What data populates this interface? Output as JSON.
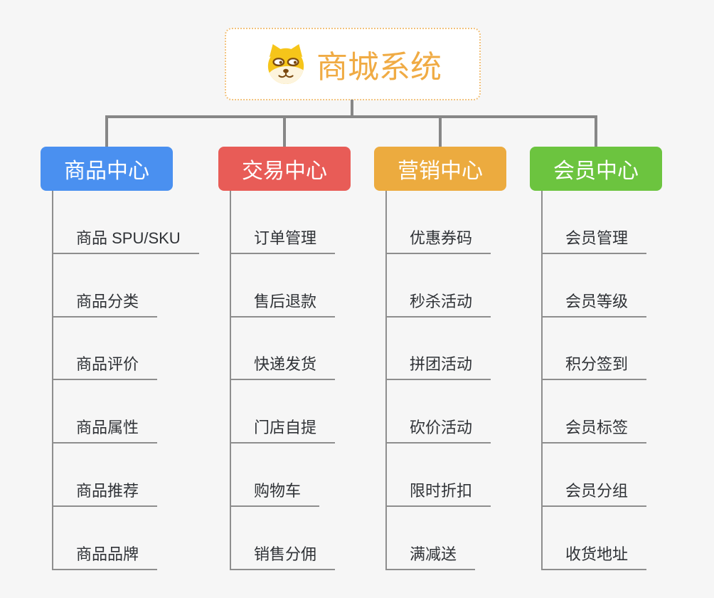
{
  "root": {
    "label": "商城系统",
    "icon": "shiba-dog-icon"
  },
  "branches": [
    {
      "label": "商品中心",
      "color": "#4a90f0",
      "children": [
        "商品 SPU/SKU",
        "商品分类",
        "商品评价",
        "商品属性",
        "商品推荐",
        "商品品牌"
      ]
    },
    {
      "label": "交易中心",
      "color": "#e85c57",
      "children": [
        "订单管理",
        "售后退款",
        "快递发货",
        "门店自提",
        "购物车",
        "销售分佣"
      ]
    },
    {
      "label": "营销中心",
      "color": "#ecab3f",
      "children": [
        "优惠券码",
        "秒杀活动",
        "拼团活动",
        "砍价活动",
        "限时折扣",
        "满减送"
      ]
    },
    {
      "label": "会员中心",
      "color": "#6cc43f",
      "children": [
        "会员管理",
        "会员等级",
        "积分签到",
        "会员标签",
        "会员分组",
        "收货地址"
      ]
    }
  ],
  "style": {
    "connector_color": "#878787",
    "leaf_line_color": "#8e8e8e",
    "root_text_color": "#f0ab44",
    "root_border_color": "#f2c27d",
    "background": "#f6f6f6"
  }
}
